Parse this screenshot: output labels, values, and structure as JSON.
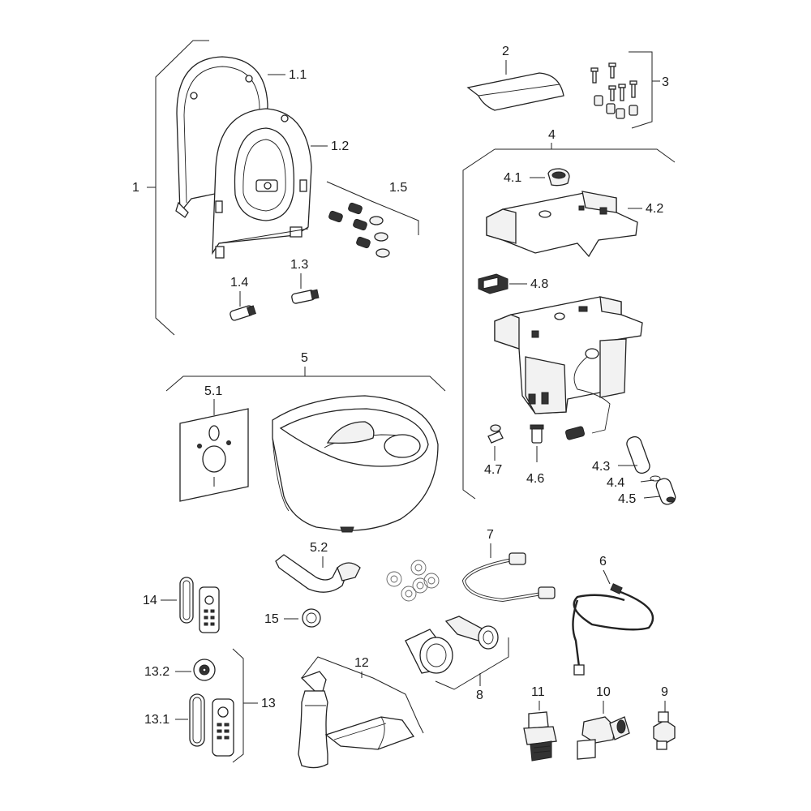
{
  "labels": {
    "l1": "1",
    "l1_1": "1.1",
    "l1_2": "1.2",
    "l1_3": "1.3",
    "l1_4": "1.4",
    "l1_5": "1.5",
    "l2": "2",
    "l3": "3",
    "l4": "4",
    "l4_1": "4.1",
    "l4_2": "4.2",
    "l4_3": "4.3",
    "l4_4": "4.4",
    "l4_5": "4.5",
    "l4_6": "4.6",
    "l4_7": "4.7",
    "l4_8": "4.8",
    "l5": "5",
    "l5_1": "5.1",
    "l5_2": "5.2",
    "l6": "6",
    "l7": "7",
    "l8": "8",
    "l9": "9",
    "l10": "10",
    "l11": "11",
    "l12": "12",
    "l13": "13",
    "l13_1": "13.1",
    "l13_2": "13.2",
    "l14": "14",
    "l15": "15"
  }
}
